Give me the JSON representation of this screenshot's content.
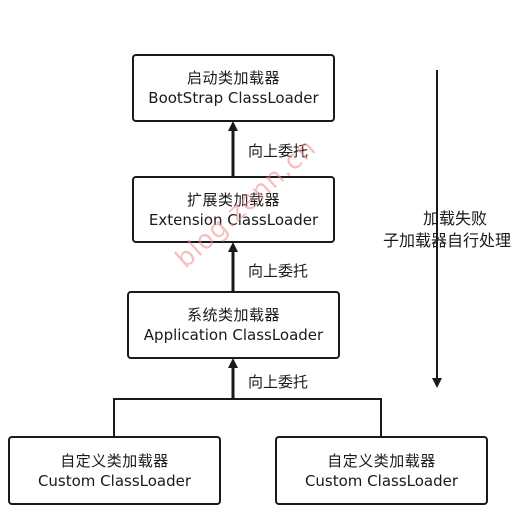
{
  "diagram": {
    "nodes": {
      "bootstrap": {
        "title": "启动类加载器",
        "subtitle": "BootStrap ClassLoader"
      },
      "extension": {
        "title": "扩展类加载器",
        "subtitle": "Extension ClassLoader"
      },
      "application": {
        "title": "系统类加载器",
        "subtitle": "Application ClassLoader"
      },
      "custom_1": {
        "title": "自定义类加载器",
        "subtitle": "Custom ClassLoader"
      },
      "custom_2": {
        "title": "自定义类加载器",
        "subtitle": "Custom ClassLoader"
      }
    },
    "edges": {
      "delegate_1": "向上委托",
      "delegate_2": "向上委托",
      "delegate_3": "向上委托"
    },
    "side_note": {
      "line_1": "加载失败",
      "line_2": "子加载器自行处理"
    },
    "watermark": "blog.zenn.cn",
    "colors": {
      "stroke": "#1a1a1a",
      "watermark": "#f08a8a"
    }
  }
}
